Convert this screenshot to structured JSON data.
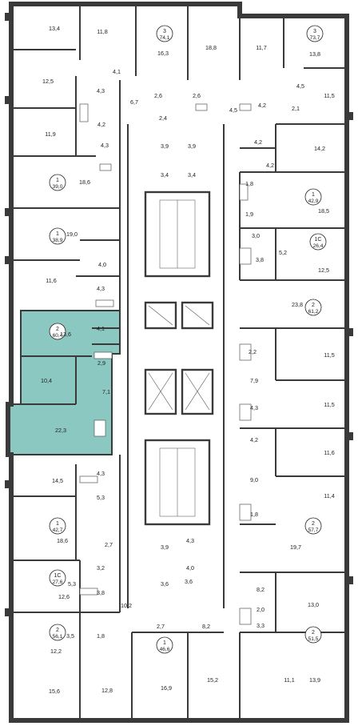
{
  "flats": [
    {
      "rooms": "3",
      "area": "74,1"
    },
    {
      "rooms": "3",
      "area": "73,7"
    },
    {
      "rooms": "1",
      "area": "39,0"
    },
    {
      "rooms": "1",
      "area": "42,9"
    },
    {
      "rooms": "1",
      "area": "38,9"
    },
    {
      "rooms": "1С",
      "area": "26,4"
    },
    {
      "rooms": "2",
      "area": "60,4"
    },
    {
      "rooms": "2",
      "area": "61,2"
    },
    {
      "rooms": "1",
      "area": "42,7"
    },
    {
      "rooms": "2",
      "area": "57,7"
    },
    {
      "rooms": "1С",
      "area": "27,6"
    },
    {
      "rooms": "2",
      "area": "56,1"
    },
    {
      "rooms": "2",
      "area": "51,5"
    },
    {
      "rooms": "1",
      "area": "46,6"
    }
  ],
  "rooms": [
    "13,4",
    "11,8",
    "16,3",
    "18,8",
    "11,7",
    "13,8",
    "4,1",
    "12,5",
    "4,3",
    "6,7",
    "2,6",
    "2,6",
    "4,5",
    "4,5",
    "4,2",
    "11,5",
    "2,1",
    "2,4",
    "4,2",
    "11,9",
    "4,2",
    "14,2",
    "3,9",
    "3,9",
    "4,3",
    "4,2",
    "3,4",
    "3,4",
    "18,6",
    "1,8",
    "18,5",
    "1,9",
    "19,0",
    "3,0",
    "5,2",
    "3,8",
    "12,5",
    "4,0",
    "11,6",
    "4,3",
    "23,8",
    "13,6",
    "4,1",
    "2,2",
    "11,5",
    "2,9",
    "10,4",
    "7,9",
    "7,1",
    "11,5",
    "4,3",
    "22,3",
    "4,2",
    "11,6",
    "14,5",
    "4,3",
    "9,0",
    "5,3",
    "11,4",
    "1,8",
    "18,6",
    "19,7",
    "2,7",
    "3,9",
    "4,3",
    "3,2",
    "5,3",
    "3,8",
    "4,0",
    "8,2",
    "12,6",
    "3,6",
    "3,6",
    "2,0",
    "13,0",
    "10,2",
    "3,5",
    "1,8",
    "2,7",
    "8,2",
    "3,3",
    "12,2",
    "11,1",
    "13,9",
    "15,6",
    "12,8",
    "16,9",
    "15,2"
  ],
  "colors": {
    "highlight": "#8cc8c2",
    "walls": "#3a3a3a"
  }
}
